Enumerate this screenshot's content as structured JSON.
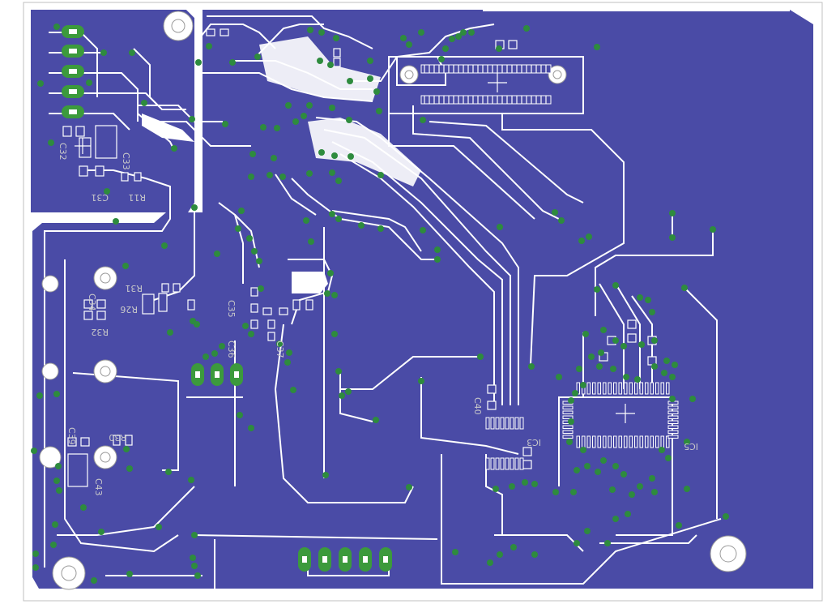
{
  "board": {
    "colors": {
      "background": "#ffffff",
      "copper_pour": "#4a4ba6",
      "trace_edge": "#ffffff",
      "via": "#2e8b3e",
      "pad_green": "#3c9a3c",
      "pad_hole": "#ffffff",
      "silkscreen": "#c8c8c8",
      "outline": "#bfbfbf"
    },
    "designators": [
      "C32",
      "C31",
      "R11",
      "C33",
      "R31",
      "R26",
      "C34",
      "R32",
      "C35",
      "C36",
      "C37",
      "C40",
      "IC3",
      "IC5",
      "R30",
      "C39",
      "C43"
    ]
  }
}
